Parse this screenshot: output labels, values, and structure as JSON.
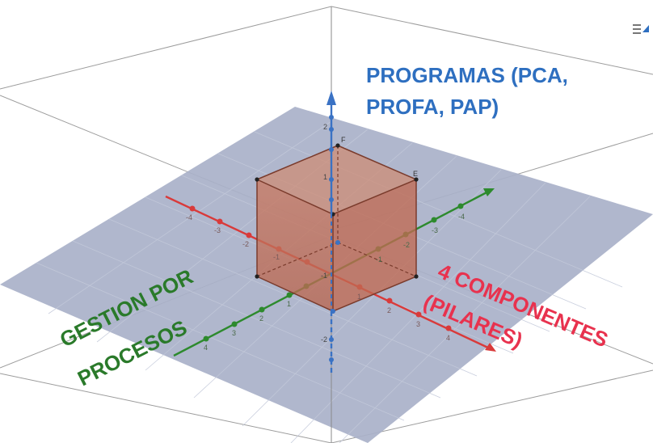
{
  "labels": {
    "programs_line1": "PROGRAMAS (PCA,",
    "programs_line2": "PROFA, PAP)",
    "components_line1": "4 COMPONENTES",
    "components_line2": "(PILARES)",
    "process_line1": "GESTION POR",
    "process_line2": "PROCESOS"
  },
  "vertices": {
    "top_front": "F",
    "top_right": "E"
  },
  "ticks": {
    "z_axis": [
      "2",
      "1",
      "-1",
      "-2"
    ],
    "red_axis": [
      "-4",
      "-3",
      "-2",
      "-1",
      "1",
      "2",
      "3",
      "4"
    ],
    "green_axis": [
      "4",
      "3",
      "2",
      "1",
      "-1",
      "-2",
      "-3",
      "-4"
    ]
  },
  "colors": {
    "plane": "#a8b0c8",
    "plane_grid": "#c7cddc",
    "cube_fill": "#c8735c",
    "cube_edge": "#7a3b2c",
    "axis_blue": "#3a72c4",
    "axis_red": "#d93a3a",
    "axis_green": "#2d8a2d",
    "text_blue": "#2e6fc0",
    "text_red": "#e8324e",
    "text_green": "#2a7a2a"
  },
  "icons": {
    "menu": "collapse-menu-icon"
  }
}
